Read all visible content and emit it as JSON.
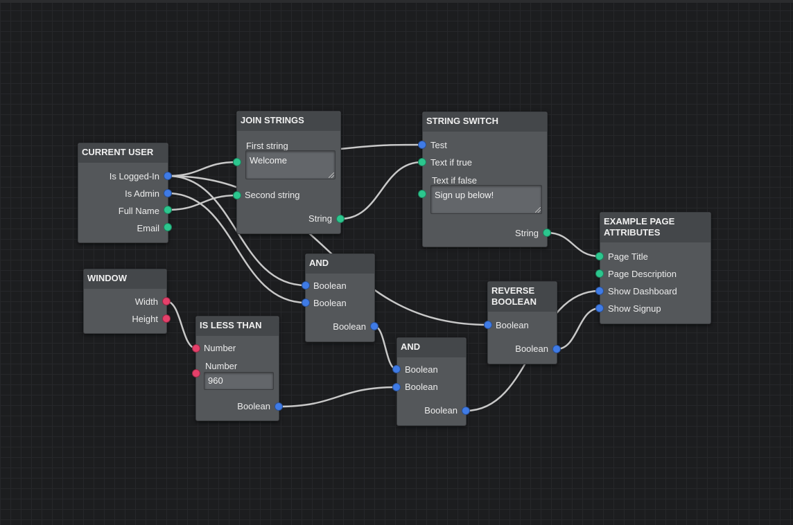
{
  "nodes": {
    "current_user": {
      "title": "CURRENT USER",
      "outputs": [
        "Is Logged-In",
        "Is Admin",
        "Full Name",
        "Email"
      ]
    },
    "window": {
      "title": "WINDOW",
      "outputs": [
        "Width",
        "Height"
      ]
    },
    "join_strings": {
      "title": "JOIN STRINGS",
      "first_label": "First string",
      "first_value": "Welcome",
      "second_label": "Second string",
      "output": "String"
    },
    "string_switch": {
      "title": "STRING SWITCH",
      "test_label": "Test",
      "true_label": "Text if true",
      "false_label": "Text if false",
      "false_value": "Sign up below!",
      "output": "String"
    },
    "and1": {
      "title": "AND",
      "inputs": [
        "Boolean",
        "Boolean"
      ],
      "output": "Boolean"
    },
    "is_less_than": {
      "title": "IS LESS THAN",
      "input1": "Number",
      "input2_label": "Number",
      "input2_value": "960",
      "output": "Boolean"
    },
    "and2": {
      "title": "AND",
      "inputs": [
        "Boolean",
        "Boolean"
      ],
      "output": "Boolean"
    },
    "reverse_boolean": {
      "title_line1": "REVERSE",
      "title_line2": "BOOLEAN",
      "input": "Boolean",
      "output": "Boolean"
    },
    "example_page": {
      "title_line1": "EXAMPLE PAGE",
      "title_line2": "ATTRIBUTES",
      "inputs": [
        "Page Title",
        "Page Description",
        "Show Dashboard",
        "Show Signup"
      ]
    }
  },
  "colors": {
    "boolean_port": "#3f7be6",
    "string_port": "#2cc68e",
    "number_port": "#e5406a",
    "wire": "#c8c8c8"
  }
}
